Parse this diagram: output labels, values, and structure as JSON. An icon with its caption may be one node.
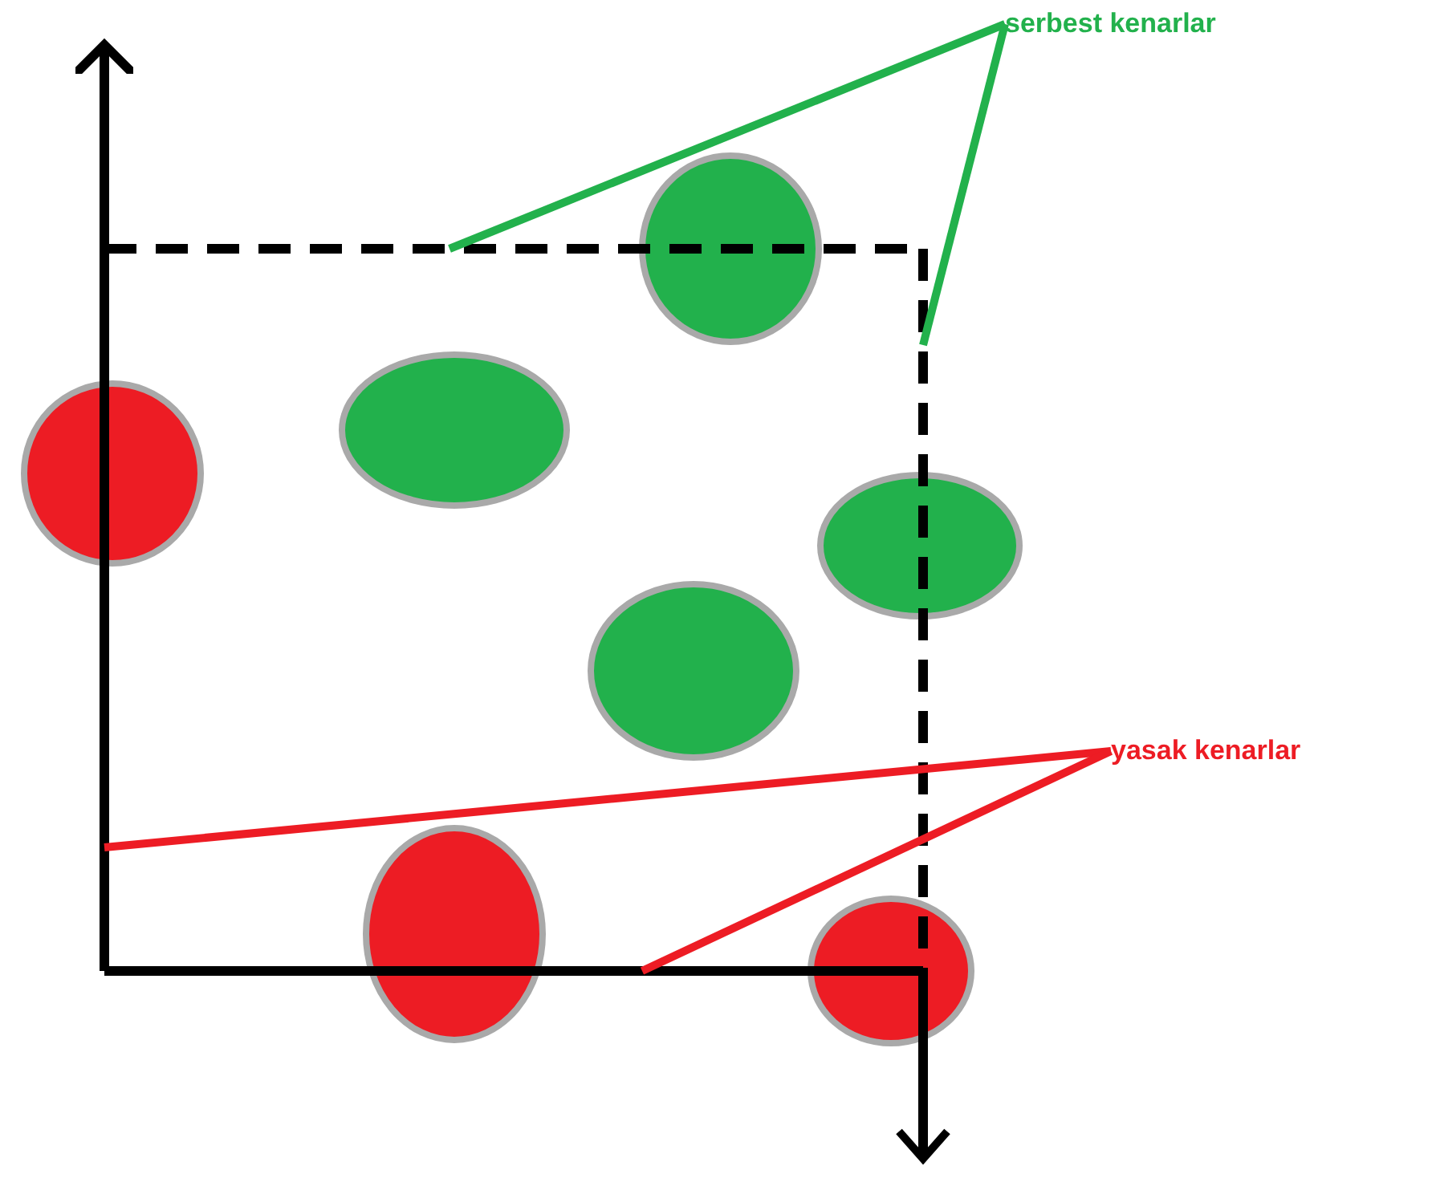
{
  "diagram": {
    "nodes": [
      {
        "text": [
          "serbest kenarlar"
        ]
      },
      {
        "text": [],
        "shape": "line"
      },
      {
        "text": [],
        "shape": "line"
      },
      {
        "text": [
          "yasak kenarlar"
        ]
      },
      {
        "text": [],
        "shape": "line"
      },
      {
        "text": [],
        "shape": "line"
      },
      {
        "text": [],
        "shape": "blob"
      },
      {
        "text": [],
        "shape": "blob"
      },
      {
        "text": [],
        "shape": "blob"
      },
      {
        "text": [],
        "shape": "blob"
      },
      {
        "text": [],
        "shape": "blob"
      },
      {
        "text": [],
        "shape": "blob"
      },
      {
        "text": [],
        "shape": "blob"
      }
    ],
    "edges": [
      {
        "from": 0,
        "to": 1,
        "arrow": "none",
        "color": "#22b14c"
      },
      {
        "from": 0,
        "to": 2,
        "arrow": "none",
        "color": "#22b14c"
      },
      {
        "from": 3,
        "to": 4,
        "arrow": "none",
        "color": "#ed1c24"
      },
      {
        "from": 3,
        "to": 5,
        "arrow": "none",
        "color": "#ed1c24"
      }
    ]
  }
}
